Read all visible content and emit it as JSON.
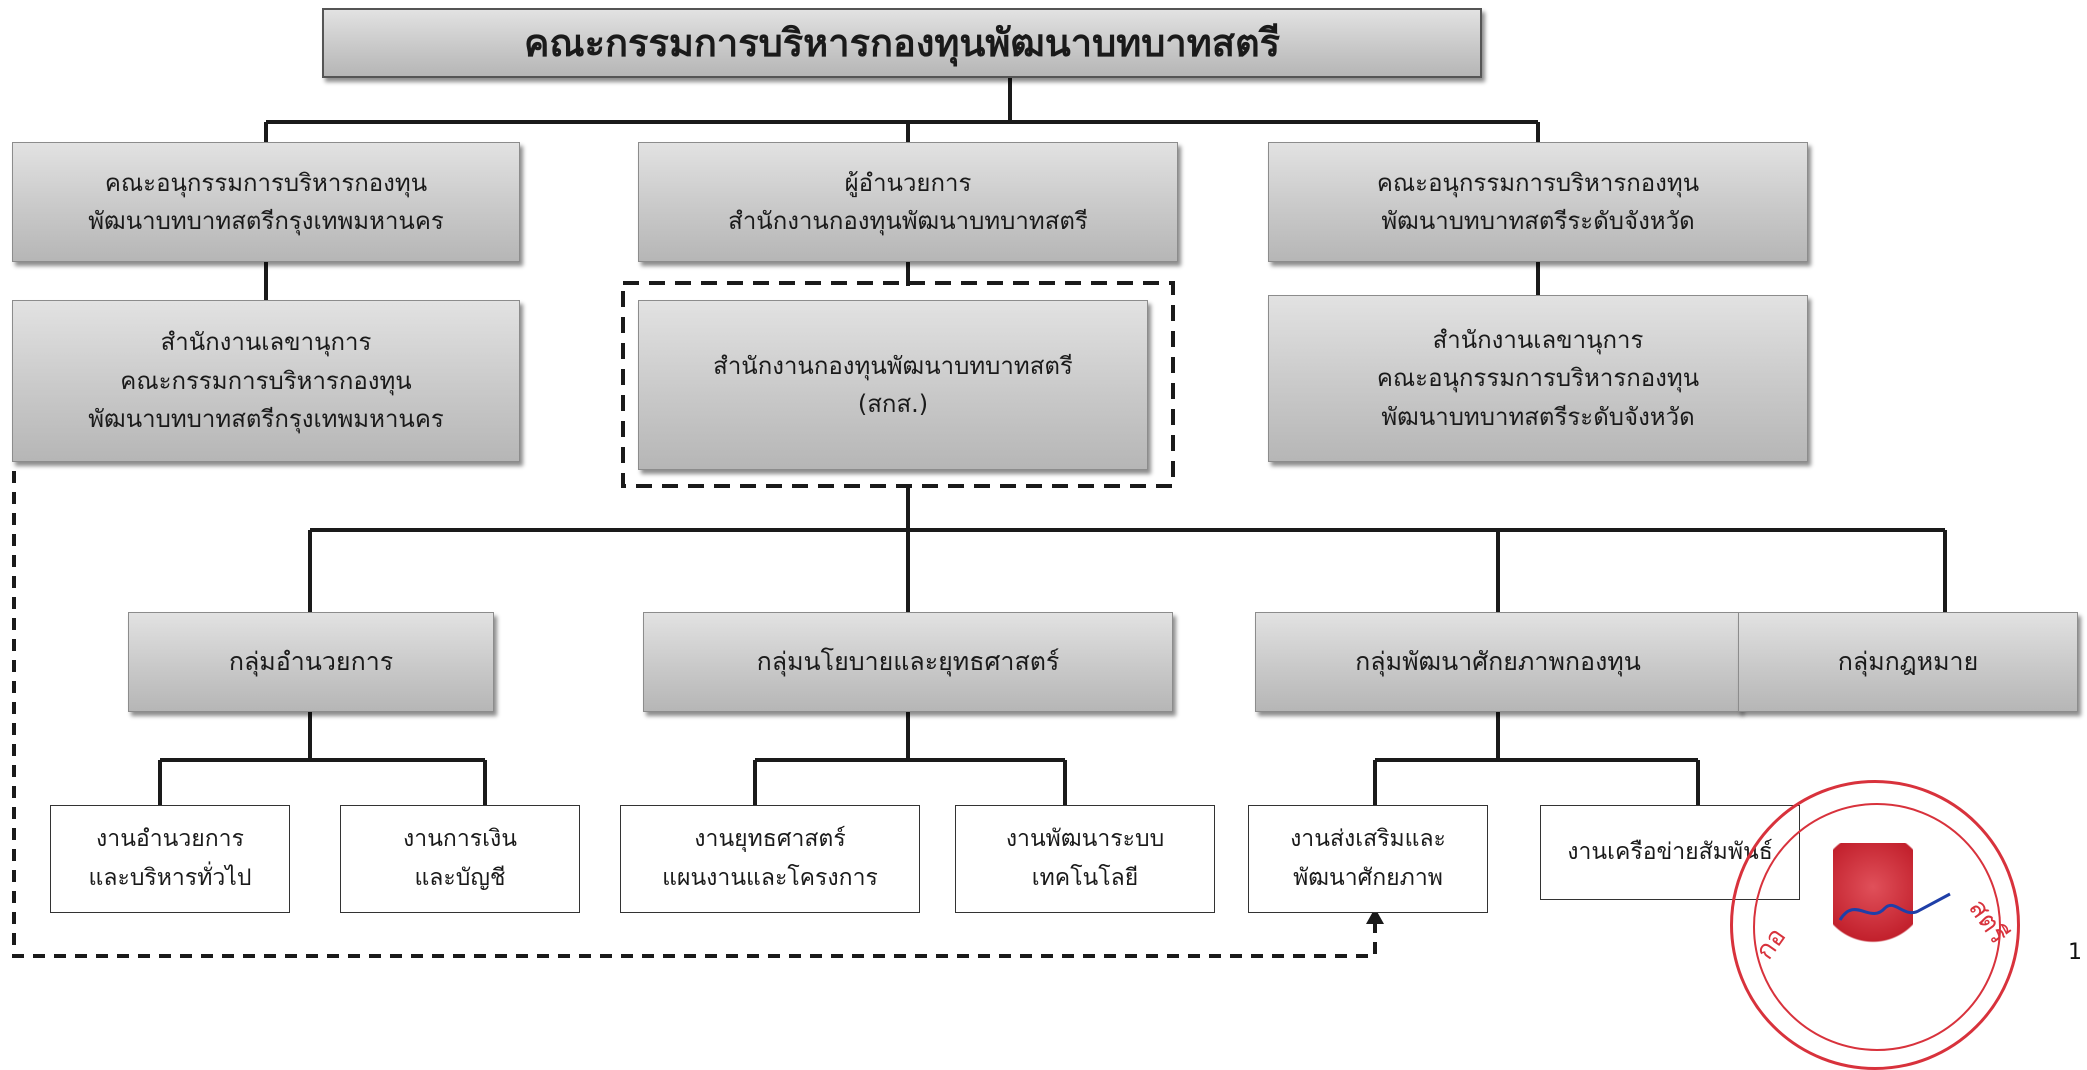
{
  "top_title": "คณะกรรมการบริหารกองทุนพัฒนาบทบาทสตรี",
  "level2": {
    "left": [
      "คณะอนุกรรมการบริหารกองทุน",
      "พัฒนาบทบาทสตรีกรุงเทพมหานคร"
    ],
    "center": [
      "ผู้อำนวยการ",
      "สำนักงานกองทุนพัฒนาบทบาทสตรี"
    ],
    "right": [
      "คณะอนุกรรมการบริหารกองทุน",
      "พัฒนาบทบาทสตรีระดับจังหวัด"
    ]
  },
  "level3": {
    "left": [
      "สำนักงานเลขานุการ",
      "คณะกรรมการบริหารกองทุน",
      "พัฒนาบทบาทสตรีกรุงเทพมหานคร"
    ],
    "center": [
      "สำนักงานกองทุนพัฒนาบทบาทสตรี",
      "(สกส.)"
    ],
    "right": [
      "สำนักงานเลขานุการ",
      "คณะอนุกรรมการบริหารกองทุน",
      "พัฒนาบทบาทสตรีระดับจังหวัด"
    ]
  },
  "groups": [
    "กลุ่มอำนวยการ",
    "กลุ่มนโยบายและยุทธศาสตร์",
    "กลุ่มพัฒนาศักยภาพกองทุน",
    "กลุ่มกฎหมาย"
  ],
  "units": [
    [
      "งานอำนวยการ",
      "และบริหารทั่วไป"
    ],
    [
      "งานการเงิน",
      "และบัญชี"
    ],
    [
      "งานยุทธศาสตร์",
      "แผนงานและโครงการ"
    ],
    [
      "งานพัฒนาระบบ",
      "เทคโนโลยี"
    ],
    [
      "งานส่งเสริมและ",
      "พัฒนาศักยภาพ"
    ],
    [
      "งานเครือข่ายสัมพันธ์"
    ]
  ],
  "page_number": "1",
  "colors": {
    "line": "#1a1a1a",
    "box_top": "#e2e2e2",
    "box_bottom": "#b6b6b6",
    "seal": "#d8323c"
  }
}
